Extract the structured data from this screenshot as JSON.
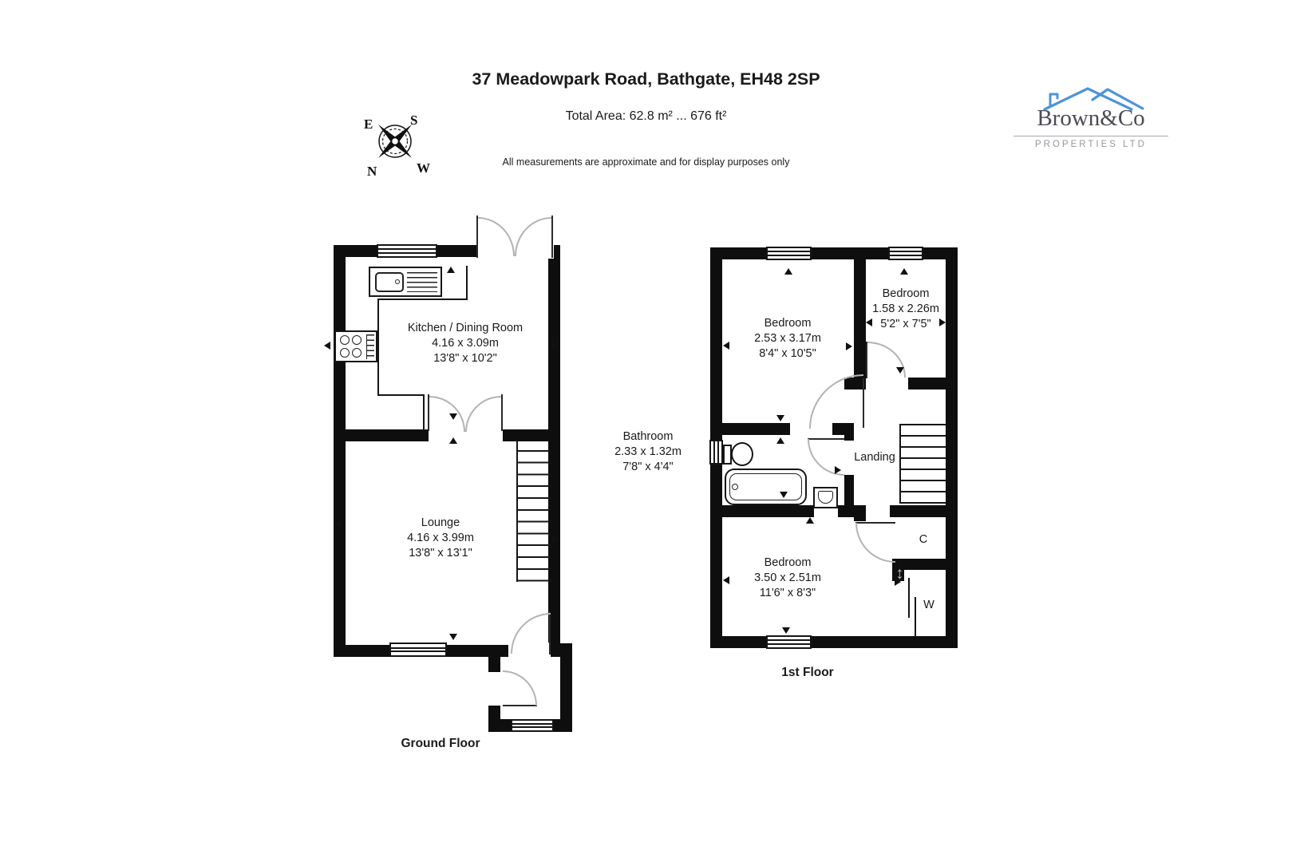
{
  "header": {
    "title": "37 Meadowpark Road, Bathgate, EH48 2SP",
    "total_area": "Total Area: 62.8 m² ... 676 ft²",
    "disclaimer": "All measurements are approximate and for display purposes only"
  },
  "compass": {
    "e": "E",
    "s": "S",
    "n": "N",
    "w": "W"
  },
  "logo": {
    "name": "Brown&Co",
    "subtitle": "PROPERTIES LTD"
  },
  "colors": {
    "wall": "#0e0e0e",
    "arc": "#b3b3b3",
    "logo_blue": "#4f94d4",
    "logo_text": "#4b4b54",
    "logo_sub": "#97979e"
  },
  "icons": {
    "wardrobe_slide": "↕"
  },
  "ground_floor": {
    "label": "Ground Floor",
    "kitchen": {
      "name": "Kitchen / Dining Room",
      "metric": "4.16 x 3.09m",
      "imperial": "13'8\" x 10'2\""
    },
    "lounge": {
      "name": "Lounge",
      "metric": "4.16 x 3.99m",
      "imperial": "13'8\" x 13'1\""
    }
  },
  "first_floor": {
    "label": "1st Floor",
    "bedroom1": {
      "name": "Bedroom",
      "metric": "2.53 x 3.17m",
      "imperial": "8'4\" x 10'5\""
    },
    "bedroom2": {
      "name": "Bedroom",
      "metric": "1.58 x 2.26m",
      "imperial": "5'2\" x 7'5\""
    },
    "bathroom": {
      "name": "Bathroom",
      "metric": "2.33 x 1.32m",
      "imperial": "7'8\" x 4'4\""
    },
    "bedroom3": {
      "name": "Bedroom",
      "metric": "3.50 x 2.51m",
      "imperial": "11'6\" x 8'3\""
    },
    "landing": {
      "name": "Landing"
    },
    "cupboard": {
      "label": "C"
    },
    "wardrobe": {
      "label": "W"
    }
  }
}
